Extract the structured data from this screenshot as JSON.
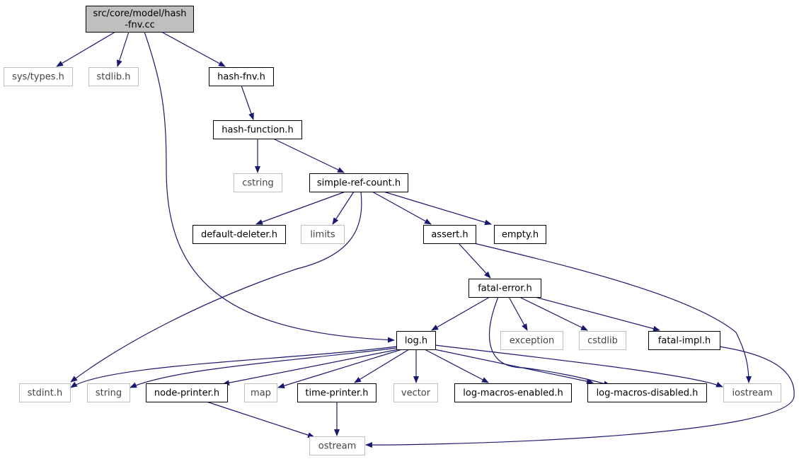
{
  "colors": {
    "edge": "#191970",
    "root_fill": "#bfbfbf",
    "node_border": "#000000",
    "external_border": "#bfbfbf"
  },
  "nodes": {
    "root": {
      "lines": [
        "src/core/model/hash",
        "-fnv.cc"
      ],
      "kind": "root"
    },
    "sys_types": {
      "lines": [
        "sys/types.h"
      ],
      "kind": "external"
    },
    "stdlib_h": {
      "lines": [
        "stdlib.h"
      ],
      "kind": "external"
    },
    "hash_fnv_h": {
      "lines": [
        "hash-fnv.h"
      ],
      "kind": "header"
    },
    "hash_function_h": {
      "lines": [
        "hash-function.h"
      ],
      "kind": "header"
    },
    "cstring": {
      "lines": [
        "cstring"
      ],
      "kind": "external"
    },
    "simple_ref_count_h": {
      "lines": [
        "simple-ref-count.h"
      ],
      "kind": "header"
    },
    "default_deleter_h": {
      "lines": [
        "default-deleter.h"
      ],
      "kind": "header"
    },
    "limits": {
      "lines": [
        "limits"
      ],
      "kind": "external"
    },
    "assert_h": {
      "lines": [
        "assert.h"
      ],
      "kind": "header"
    },
    "empty_h": {
      "lines": [
        "empty.h"
      ],
      "kind": "header"
    },
    "fatal_error_h": {
      "lines": [
        "fatal-error.h"
      ],
      "kind": "header"
    },
    "exception": {
      "lines": [
        "exception"
      ],
      "kind": "external"
    },
    "cstdlib": {
      "lines": [
        "cstdlib"
      ],
      "kind": "external"
    },
    "fatal_impl_h": {
      "lines": [
        "fatal-impl.h"
      ],
      "kind": "header"
    },
    "log_h": {
      "lines": [
        "log.h"
      ],
      "kind": "header"
    },
    "stdint_h": {
      "lines": [
        "stdint.h"
      ],
      "kind": "external"
    },
    "string": {
      "lines": [
        "string"
      ],
      "kind": "external"
    },
    "node_printer_h": {
      "lines": [
        "node-printer.h"
      ],
      "kind": "header"
    },
    "map": {
      "lines": [
        "map"
      ],
      "kind": "external"
    },
    "time_printer_h": {
      "lines": [
        "time-printer.h"
      ],
      "kind": "header"
    },
    "vector": {
      "lines": [
        "vector"
      ],
      "kind": "external"
    },
    "log_macros_enabled_h": {
      "lines": [
        "log-macros-enabled.h"
      ],
      "kind": "header"
    },
    "log_macros_disabled_h": {
      "lines": [
        "log-macros-disabled.h"
      ],
      "kind": "header"
    },
    "iostream": {
      "lines": [
        "iostream"
      ],
      "kind": "external"
    },
    "ostream": {
      "lines": [
        "ostream"
      ],
      "kind": "external"
    }
  },
  "edges": [
    [
      "root",
      "sys_types"
    ],
    [
      "root",
      "stdlib_h"
    ],
    [
      "root",
      "hash_fnv_h"
    ],
    [
      "root",
      "log_h"
    ],
    [
      "hash_fnv_h",
      "hash_function_h"
    ],
    [
      "hash_function_h",
      "cstring"
    ],
    [
      "hash_function_h",
      "simple_ref_count_h"
    ],
    [
      "simple_ref_count_h",
      "default_deleter_h"
    ],
    [
      "simple_ref_count_h",
      "limits"
    ],
    [
      "simple_ref_count_h",
      "assert_h"
    ],
    [
      "simple_ref_count_h",
      "empty_h"
    ],
    [
      "simple_ref_count_h",
      "stdint_h"
    ],
    [
      "assert_h",
      "fatal_error_h"
    ],
    [
      "assert_h",
      "iostream"
    ],
    [
      "fatal_error_h",
      "log_h"
    ],
    [
      "fatal_error_h",
      "exception"
    ],
    [
      "fatal_error_h",
      "cstdlib"
    ],
    [
      "fatal_error_h",
      "fatal_impl_h"
    ],
    [
      "fatal_error_h",
      "log_macros_disabled_h"
    ],
    [
      "fatal_impl_h",
      "ostream"
    ],
    [
      "log_h",
      "stdint_h"
    ],
    [
      "log_h",
      "string"
    ],
    [
      "log_h",
      "node_printer_h"
    ],
    [
      "log_h",
      "map"
    ],
    [
      "log_h",
      "time_printer_h"
    ],
    [
      "log_h",
      "vector"
    ],
    [
      "log_h",
      "log_macros_enabled_h"
    ],
    [
      "log_h",
      "log_macros_disabled_h"
    ],
    [
      "log_h",
      "iostream"
    ],
    [
      "node_printer_h",
      "ostream"
    ],
    [
      "time_printer_h",
      "ostream"
    ]
  ]
}
